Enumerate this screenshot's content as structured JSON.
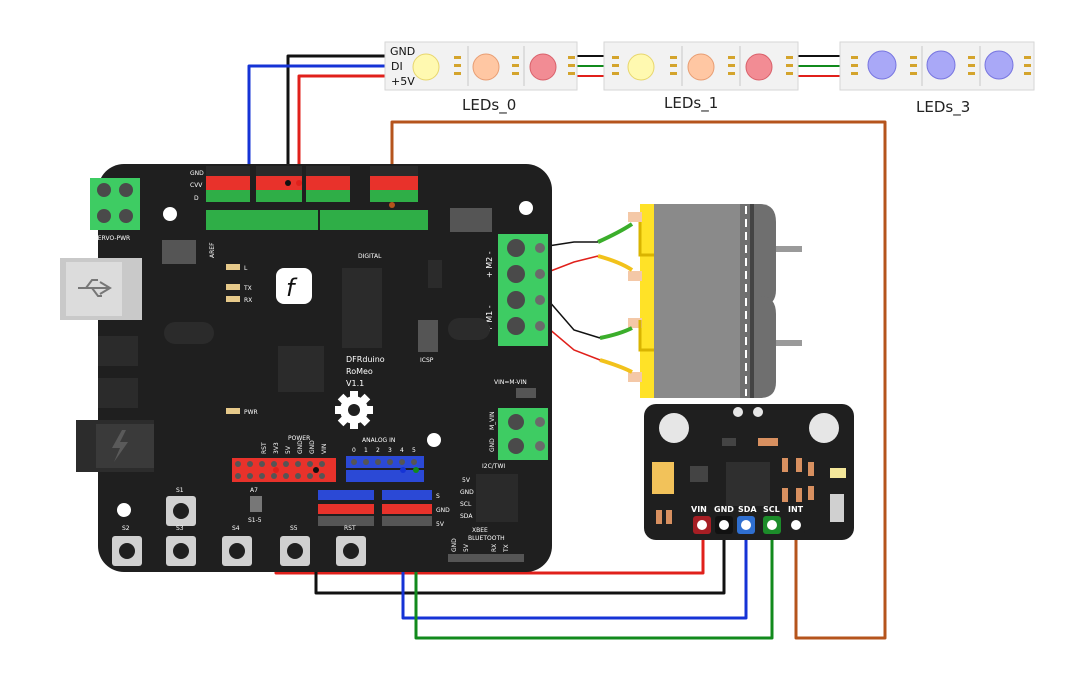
{
  "led_strips": {
    "pin_labels": {
      "gnd": "GND",
      "di": "DI",
      "vcc": "+5V"
    },
    "strip_0": {
      "label": "LEDs_0"
    },
    "strip_1": {
      "label": "LEDs_1"
    },
    "strip_3": {
      "label": "LEDs_3"
    },
    "colors": {
      "warm_white": "#fff9b0",
      "orange": "#ffc7a3",
      "red": "#f28c94",
      "blue": "#a9a8f7"
    }
  },
  "board": {
    "name_line1": "DFRduino",
    "name_line2": "RoMeo",
    "version": "V1.1",
    "servo_pwr": "SERVO-PWR",
    "digital": "DIGITAL",
    "analog_in": "ANALOG IN",
    "power": "POWER",
    "icsp": "ICSP",
    "aref": "AREF",
    "led_l": "L",
    "led_tx": "TX",
    "led_rx": "RX",
    "led_pwr": "PWR",
    "m2": "+ M2 -",
    "m1": "+ M1 -",
    "vin_m_vin": "VIN=M-VIN",
    "i2c_twi": "I2C/TWI",
    "i2c_pins": [
      "5V",
      "GND",
      "SCL",
      "SDA"
    ],
    "xbee": "XBEE",
    "xbee_sub": "BLUETOOTH",
    "xbee_pins": [
      "GND",
      "5V",
      "RX",
      "TX"
    ],
    "switch_s1_5": "S1-5",
    "switch_a7": "A7",
    "buttons": [
      "S1",
      "S2",
      "S3",
      "S4",
      "S5",
      "RST"
    ],
    "power_pins": [
      "RST",
      "3V3",
      "5V",
      "GND",
      "GND",
      "VIN"
    ],
    "analog_pins": [
      "0",
      "1",
      "2",
      "3",
      "4",
      "5"
    ],
    "s_gnd_5v": [
      "S",
      "GND",
      "5V"
    ],
    "gnd_m_vin": [
      "GND",
      "M_VIN"
    ],
    "cvv": "CVV",
    "gnd_label": "GND",
    "d_label": "D",
    "logo": "f",
    "colors": {
      "pcb": "#1f1f1f",
      "terminal": "#3ecc63",
      "header_red": "#e8322b",
      "header_green": "#2fae47",
      "header_blue": "#2b49d6"
    }
  },
  "sensor": {
    "pins": {
      "vin": "VIN",
      "gnd": "GND",
      "sda": "SDA",
      "scl": "SCL",
      "int": "INT"
    }
  },
  "wires": {
    "colors": {
      "black": "#111111",
      "red": "#e0201b",
      "blue": "#1533d6",
      "green": "#118a1c",
      "brown": "#b5541c"
    }
  }
}
